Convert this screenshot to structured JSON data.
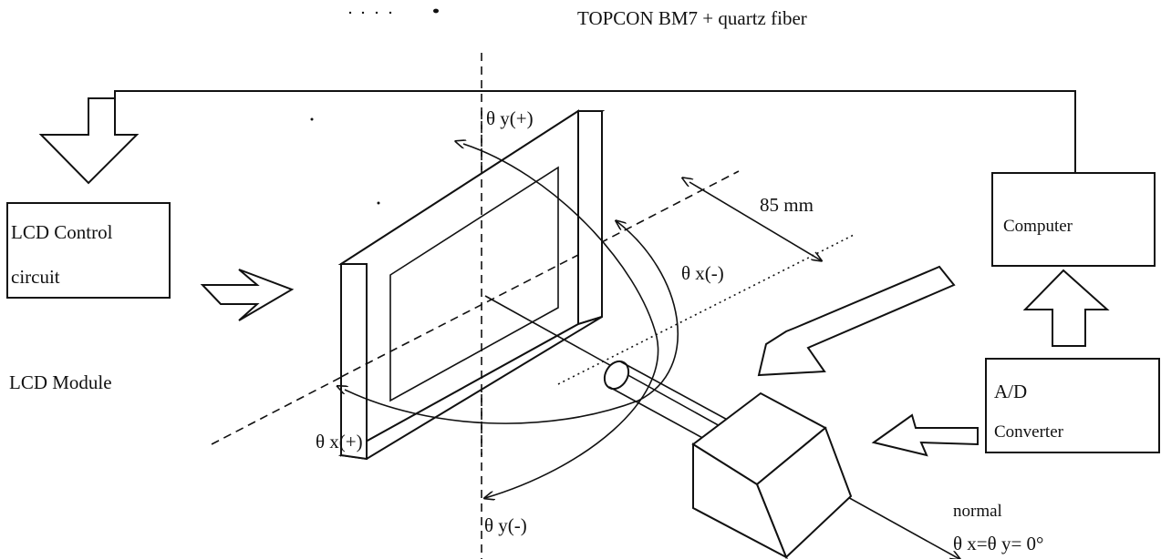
{
  "title": "TOPCON BM7 + quartz fiber",
  "boxes": {
    "lcd_control_line1": "LCD Control",
    "lcd_control_line2": "circuit",
    "computer": "Computer",
    "ad_line1": "A/D",
    "ad_line2": "Converter"
  },
  "labels": {
    "lcd_module": "LCD Module",
    "distance": "85  mm",
    "theta_y_plus": "θ  y(+)",
    "theta_y_minus": "θ  y(-)",
    "theta_x_plus": "θ  x(+)",
    "theta_x_minus": "θ  x(-)",
    "normal": "normal",
    "normal_condition": "θ  x=θ  y= 0°"
  }
}
